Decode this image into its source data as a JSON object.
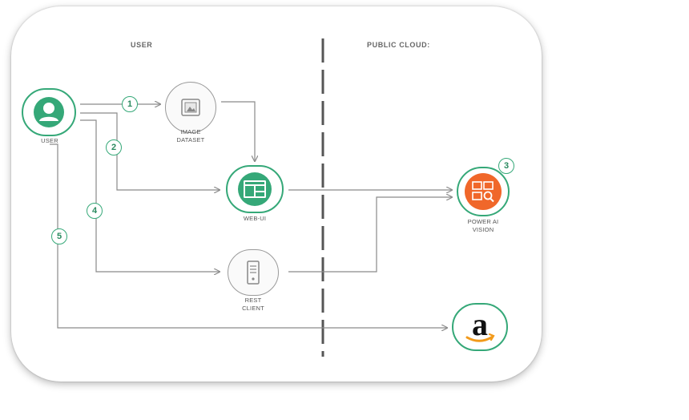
{
  "sections": {
    "user": "USER",
    "cloud": "PUBLIC CLOUD:"
  },
  "nodes": {
    "user": {
      "label": "USER"
    },
    "image_dataset": {
      "label_line1": "IMAGE",
      "label_line2": "DATASET"
    },
    "web_ui": {
      "label": "WEB-UI"
    },
    "rest_client": {
      "label_line1": "REST",
      "label_line2": "CLIENT"
    },
    "powerai": {
      "label_line1": "POWER AI",
      "label_line2": "VISION"
    },
    "amazon": {
      "logo_text": "a"
    }
  },
  "steps": [
    "1",
    "2",
    "3",
    "4",
    "5"
  ],
  "colors": {
    "green": "#35a878",
    "orange": "#f0672a",
    "arrow": "#8a8a8a",
    "divider": "#555555"
  },
  "icons": {
    "user": "person-icon",
    "image_dataset": "image-folder-icon",
    "web_ui": "browser-window-icon",
    "rest_client": "server-icon",
    "powerai": "image-search-icon",
    "amazon": "amazon-logo"
  }
}
